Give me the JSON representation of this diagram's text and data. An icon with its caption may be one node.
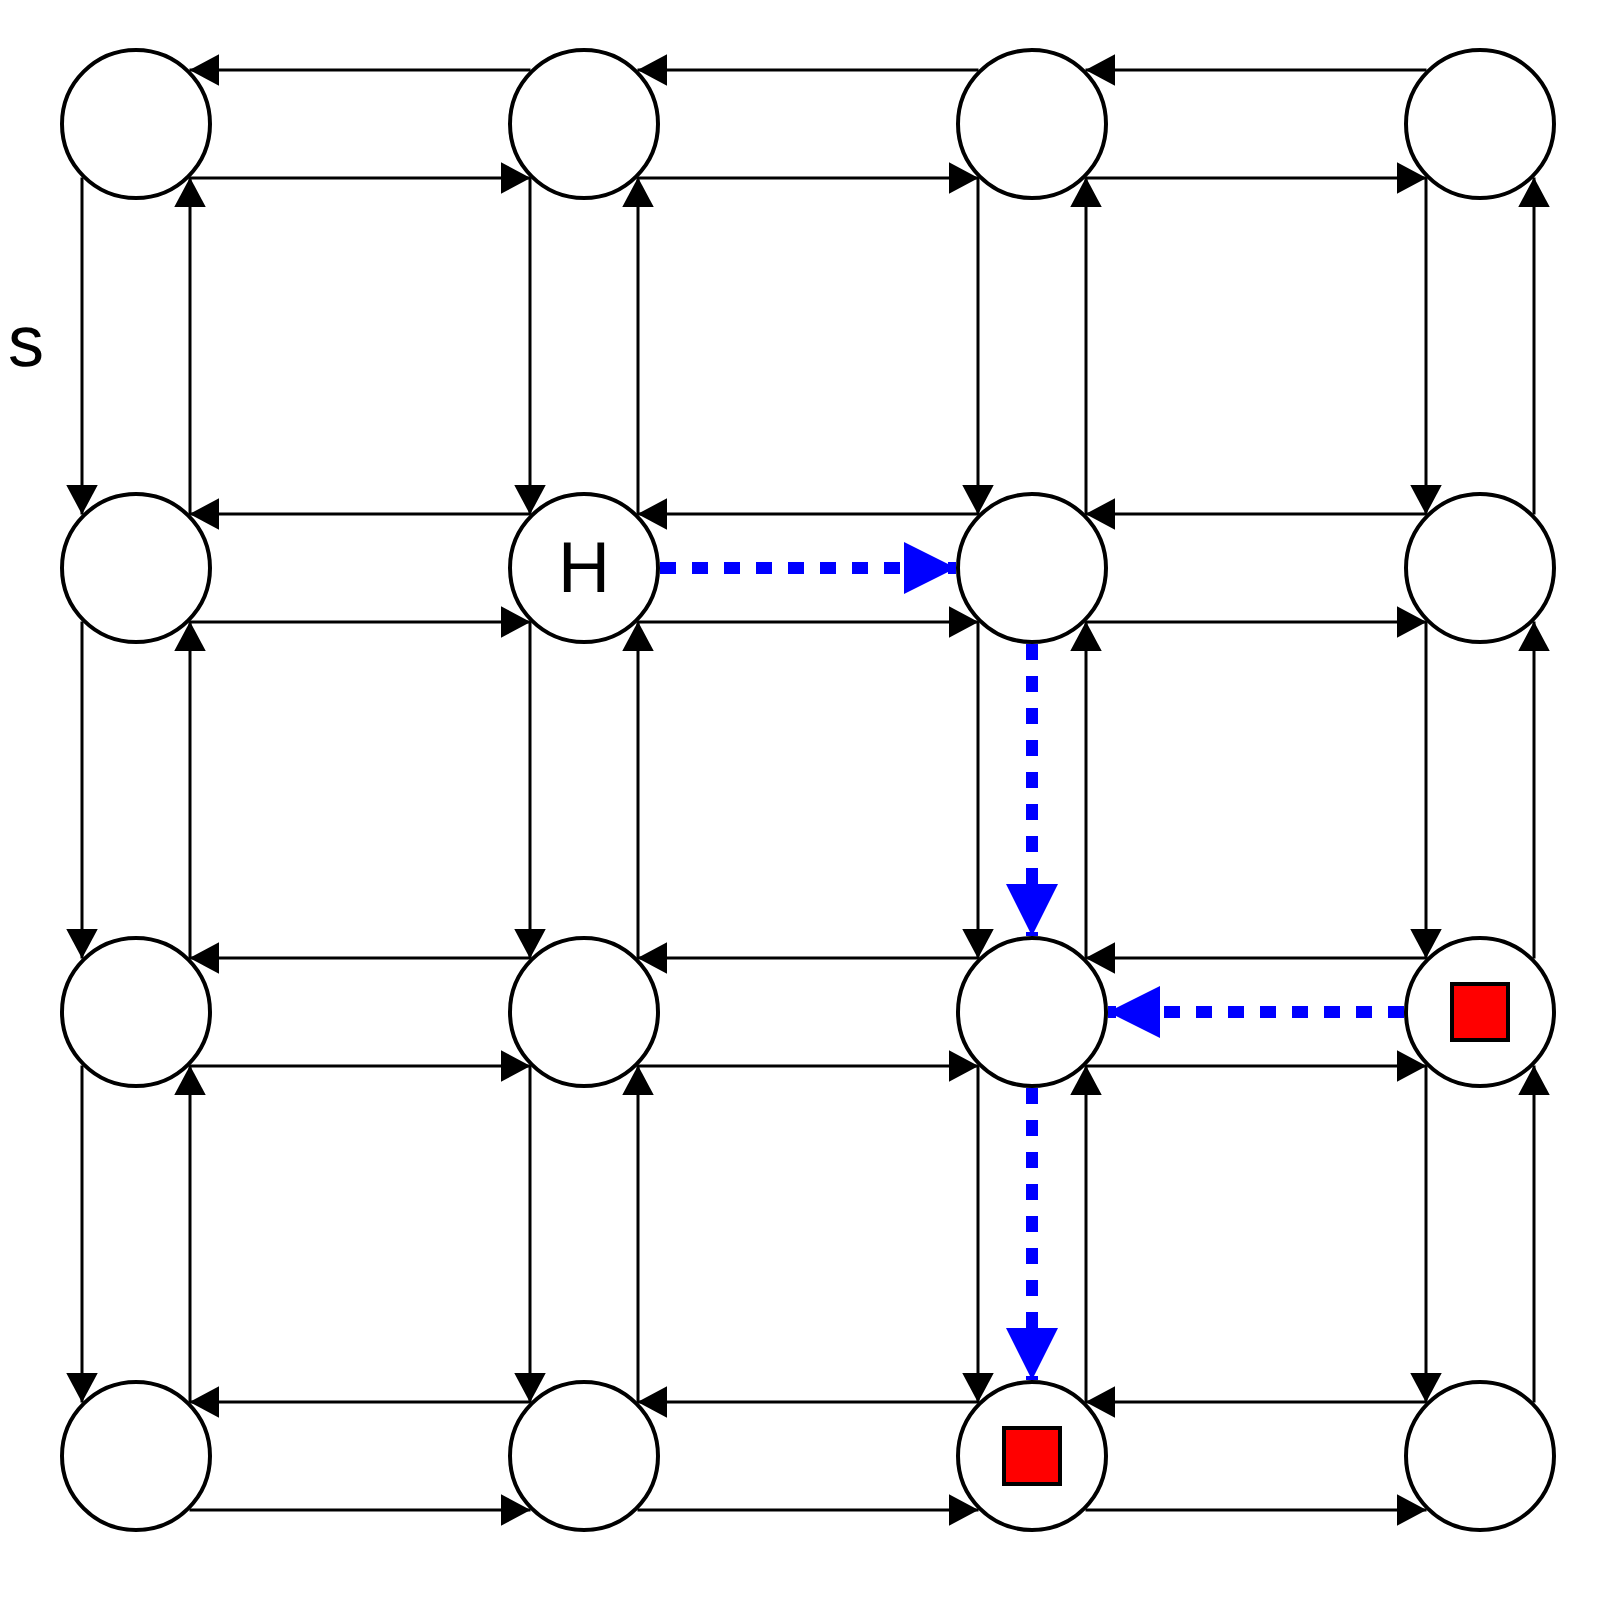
{
  "diagram": {
    "nodes": [
      {
        "text": [],
        "shape": "circle"
      },
      {
        "text": [],
        "shape": "circle"
      },
      {
        "text": [],
        "shape": "circle"
      },
      {
        "text": [],
        "shape": "circle"
      },
      {
        "text": [],
        "shape": "circle"
      },
      {
        "text": [
          "H"
        ]
      },
      {
        "text": [],
        "shape": "circle"
      },
      {
        "text": [],
        "shape": "circle"
      },
      {
        "text": [],
        "shape": "circle"
      },
      {
        "text": [],
        "shape": "circle"
      },
      {
        "text": [],
        "shape": "circle"
      },
      {
        "text": [],
        "shape": "circle"
      },
      {
        "text": [],
        "shape": "circle"
      },
      {
        "text": [],
        "shape": "circle"
      },
      {
        "text": [],
        "shape": "circle"
      },
      {
        "text": [],
        "shape": "circle"
      },
      {
        "text": [],
        "shape": "box",
        "in": 11
      },
      {
        "text": [],
        "shape": "box",
        "in": 14
      }
    ],
    "edges": [
      {
        "from": 1,
        "to": 0,
        "arrow": "to"
      },
      {
        "from": 0,
        "to": 1,
        "arrow": "to"
      },
      {
        "from": 2,
        "to": 1,
        "arrow": "to"
      },
      {
        "from": 1,
        "to": 2,
        "arrow": "to"
      },
      {
        "from": 3,
        "to": 2,
        "arrow": "to"
      },
      {
        "from": 2,
        "to": 3,
        "arrow": "to"
      },
      {
        "from": 0,
        "to": 4,
        "arrow": "to"
      },
      {
        "from": 4,
        "to": 0,
        "arrow": "to"
      },
      {
        "from": 1,
        "to": 5,
        "arrow": "to"
      },
      {
        "from": 5,
        "to": 1,
        "arrow": "to"
      },
      {
        "from": 2,
        "to": 6,
        "arrow": "to"
      },
      {
        "from": 6,
        "to": 2,
        "arrow": "to"
      },
      {
        "from": 3,
        "to": 7,
        "arrow": "to"
      },
      {
        "from": 7,
        "to": 3,
        "arrow": "to"
      },
      {
        "from": 5,
        "to": 4,
        "arrow": "to"
      },
      {
        "from": 4,
        "to": 5,
        "arrow": "to"
      },
      {
        "from": 6,
        "to": 5,
        "arrow": "to"
      },
      {
        "from": 5,
        "to": 6,
        "arrow": "to"
      },
      {
        "from": 7,
        "to": 6,
        "arrow": "to"
      },
      {
        "from": 6,
        "to": 7,
        "arrow": "to"
      },
      {
        "from": 4,
        "to": 8,
        "arrow": "to"
      },
      {
        "from": 8,
        "to": 4,
        "arrow": "to"
      },
      {
        "from": 5,
        "to": 9,
        "arrow": "to"
      },
      {
        "from": 9,
        "to": 5,
        "arrow": "to"
      },
      {
        "from": 6,
        "to": 10,
        "arrow": "to"
      },
      {
        "from": 10,
        "to": 6,
        "arrow": "to"
      },
      {
        "from": 7,
        "to": 11,
        "arrow": "to"
      },
      {
        "from": 11,
        "to": 7,
        "arrow": "to"
      },
      {
        "from": 9,
        "to": 8,
        "arrow": "to"
      },
      {
        "from": 8,
        "to": 9,
        "arrow": "to"
      },
      {
        "from": 10,
        "to": 9,
        "arrow": "to"
      },
      {
        "from": 9,
        "to": 10,
        "arrow": "to"
      },
      {
        "from": 11,
        "to": 10,
        "arrow": "to"
      },
      {
        "from": 10,
        "to": 11,
        "arrow": "to"
      },
      {
        "from": 8,
        "to": 12,
        "arrow": "to"
      },
      {
        "from": 12,
        "to": 8,
        "arrow": "to"
      },
      {
        "from": 9,
        "to": 13,
        "arrow": "to"
      },
      {
        "from": 13,
        "to": 9,
        "arrow": "to"
      },
      {
        "from": 10,
        "to": 14,
        "arrow": "to"
      },
      {
        "from": 14,
        "to": 10,
        "arrow": "to"
      },
      {
        "from": 11,
        "to": 15,
        "arrow": "to"
      },
      {
        "from": 15,
        "to": 11,
        "arrow": "to"
      },
      {
        "from": 13,
        "to": 12,
        "arrow": "to"
      },
      {
        "from": 12,
        "to": 13,
        "arrow": "to"
      },
      {
        "from": 14,
        "to": 13,
        "arrow": "to"
      },
      {
        "from": 13,
        "to": 14,
        "arrow": "to"
      },
      {
        "from": 15,
        "to": 14,
        "arrow": "to"
      },
      {
        "from": 14,
        "to": 15,
        "arrow": "to"
      },
      {
        "from": 5,
        "to": 6,
        "arrow": "to",
        "style": "dashed",
        "color": "#0000ff"
      },
      {
        "from": 6,
        "to": 10,
        "arrow": "to",
        "style": "dashed",
        "color": "#0000ff"
      },
      {
        "from": 11,
        "to": 10,
        "arrow": "to",
        "style": "dashed",
        "color": "#0000ff"
      },
      {
        "from": 10,
        "to": 14,
        "arrow": "to",
        "style": "dashed",
        "color": "#0000ff"
      }
    ],
    "labels": [
      "s"
    ]
  }
}
